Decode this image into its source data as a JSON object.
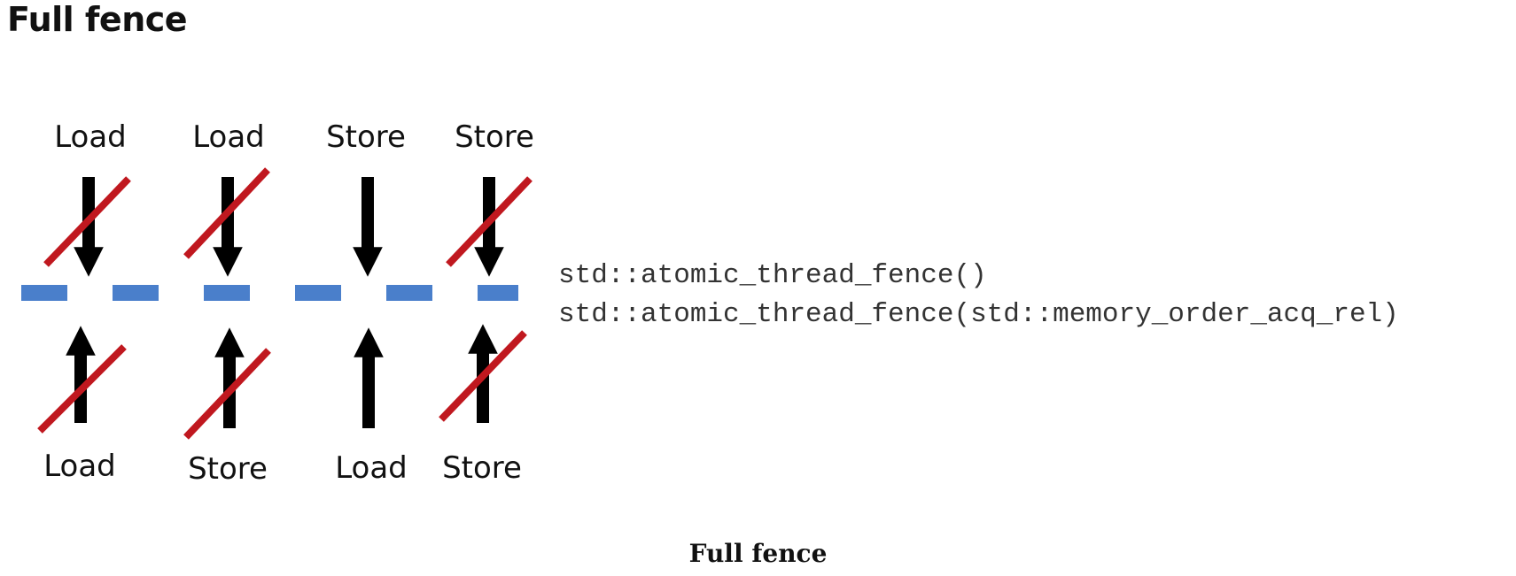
{
  "heading": "Full fence",
  "caption": "Full fence",
  "code_lines": [
    "std::atomic_thread_fence()",
    "std::atomic_thread_fence(std::memory_order_acq_rel)"
  ],
  "top_labels": [
    "Load",
    "Load",
    "Store",
    "Store"
  ],
  "bottom_labels": [
    "Load",
    "Store",
    "Load",
    "Store"
  ],
  "top_arrows_crossed": [
    true,
    true,
    false,
    true
  ],
  "bottom_arrows_crossed": [
    true,
    true,
    false,
    true
  ],
  "colors": {
    "fence": "#4a7fcb",
    "cross": "#c0181f",
    "arrow": "#000000",
    "text": "#111111"
  }
}
